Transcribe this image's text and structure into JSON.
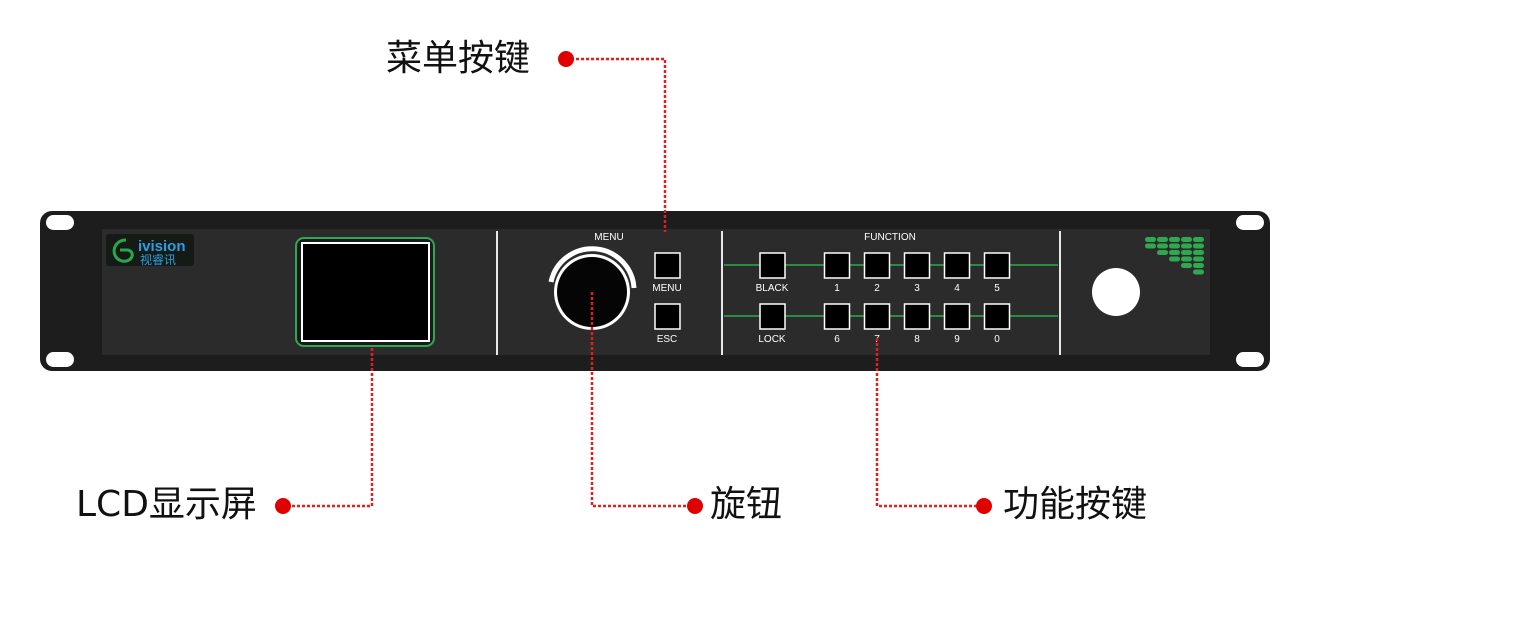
{
  "callouts": {
    "menu_keys": "菜单按键",
    "lcd_screen": "LCD显示屏",
    "knob": "旋钮",
    "function_keys": "功能按键"
  },
  "logo": {
    "brand": "ivision",
    "brand_cn": "视睿讯"
  },
  "menu_panel": {
    "title": "MENU",
    "menu_button": "MENU",
    "esc_button": "ESC"
  },
  "function_panel": {
    "title": "FUNCTION",
    "black_button": "BLACK",
    "lock_button": "LOCK",
    "top_row": [
      "1",
      "2",
      "3",
      "4",
      "5"
    ],
    "bottom_row": [
      "6",
      "7",
      "8",
      "9",
      "0"
    ]
  },
  "colors": {
    "panel": "#2b2b2b",
    "chassis": "#1d1d1d",
    "screen_border": "#2fa84f",
    "leader_line": "#e02020",
    "marker": "#e00000",
    "led": "#2fa84f"
  }
}
